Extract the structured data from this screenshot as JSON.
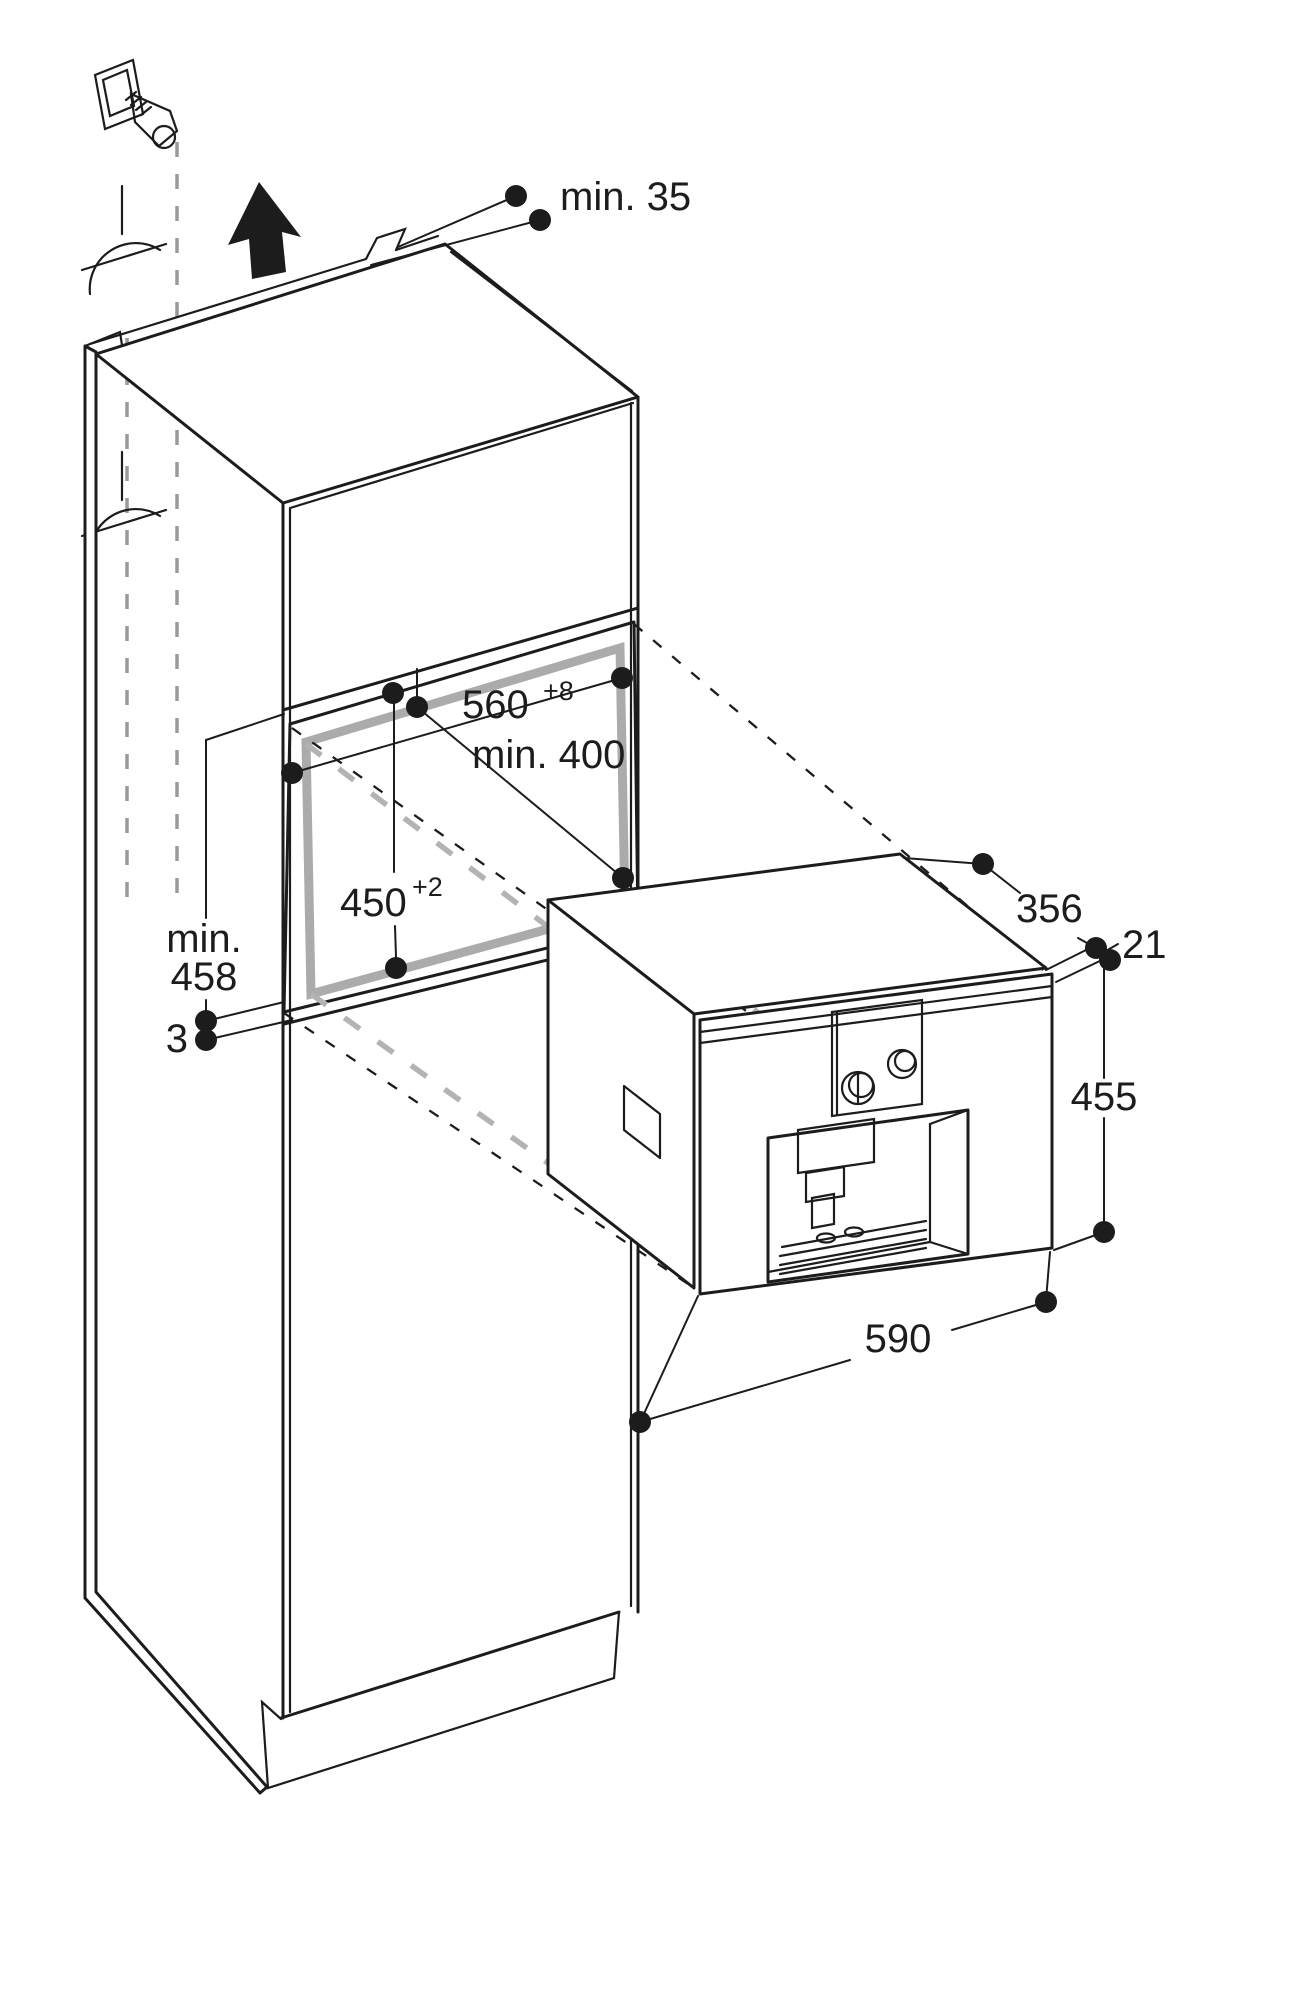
{
  "page": {
    "background": "#ffffff",
    "description": "Installation dimension diagram for a built-in coffee machine in a tall cabinet"
  },
  "diagram": {
    "colors": {
      "line": "#1c1c1c",
      "niche_band_gray": "#ababab",
      "projection_gray": "#b3b3b3"
    },
    "dimensions": {
      "top_clearance": {
        "label": "min. 35"
      },
      "niche_width": {
        "value": "560",
        "tolerance": "+8"
      },
      "niche_depth": {
        "label": "min. 400"
      },
      "niche_height": {
        "value": "450",
        "tolerance": "+2"
      },
      "lower_clearance": {
        "line1": "min.",
        "line2": "458"
      },
      "front_gap": {
        "value": "3"
      },
      "appliance_depth": {
        "value": "356"
      },
      "frame_overhang": {
        "value": "21"
      },
      "appliance_height": {
        "value": "455"
      },
      "appliance_width": {
        "value": "590"
      }
    },
    "icons": {
      "plug": "power-plug-icon",
      "socket": "socket-outlet-symbol",
      "arrow": "up-arrow-icon"
    }
  }
}
